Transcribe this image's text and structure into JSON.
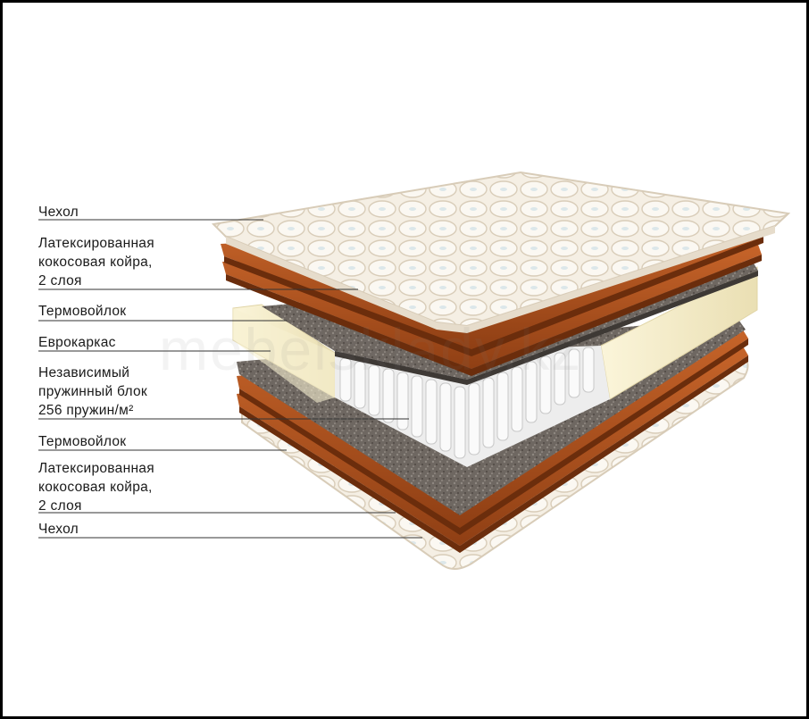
{
  "labels": [
    {
      "lines": [
        "Чехол"
      ]
    },
    {
      "lines": [
        "Латексированная",
        "кокосовая койра,",
        "2 слоя"
      ]
    },
    {
      "lines": [
        "Термовойлок"
      ]
    },
    {
      "lines": [
        "Еврокаркас"
      ]
    },
    {
      "lines": [
        "Независимый",
        "пружинный блок",
        "256 пружин/м²"
      ]
    },
    {
      "lines": [
        "Термовойлок"
      ]
    },
    {
      "lines": [
        "Латексированная",
        "кокосовая койра,",
        "2 слоя"
      ]
    },
    {
      "lines": [
        "Чехол"
      ]
    }
  ],
  "watermark": "mebelsklady.kz",
  "colors": {
    "frame": "#000000",
    "background": "#ffffff",
    "cover": "#f3ece0",
    "coir": "#b85a22",
    "felt": "#6f6862",
    "foam": "#f4ecc8",
    "springs": "#f6f6f6",
    "leader_line": "#333333",
    "text": "#1a1a1a"
  }
}
